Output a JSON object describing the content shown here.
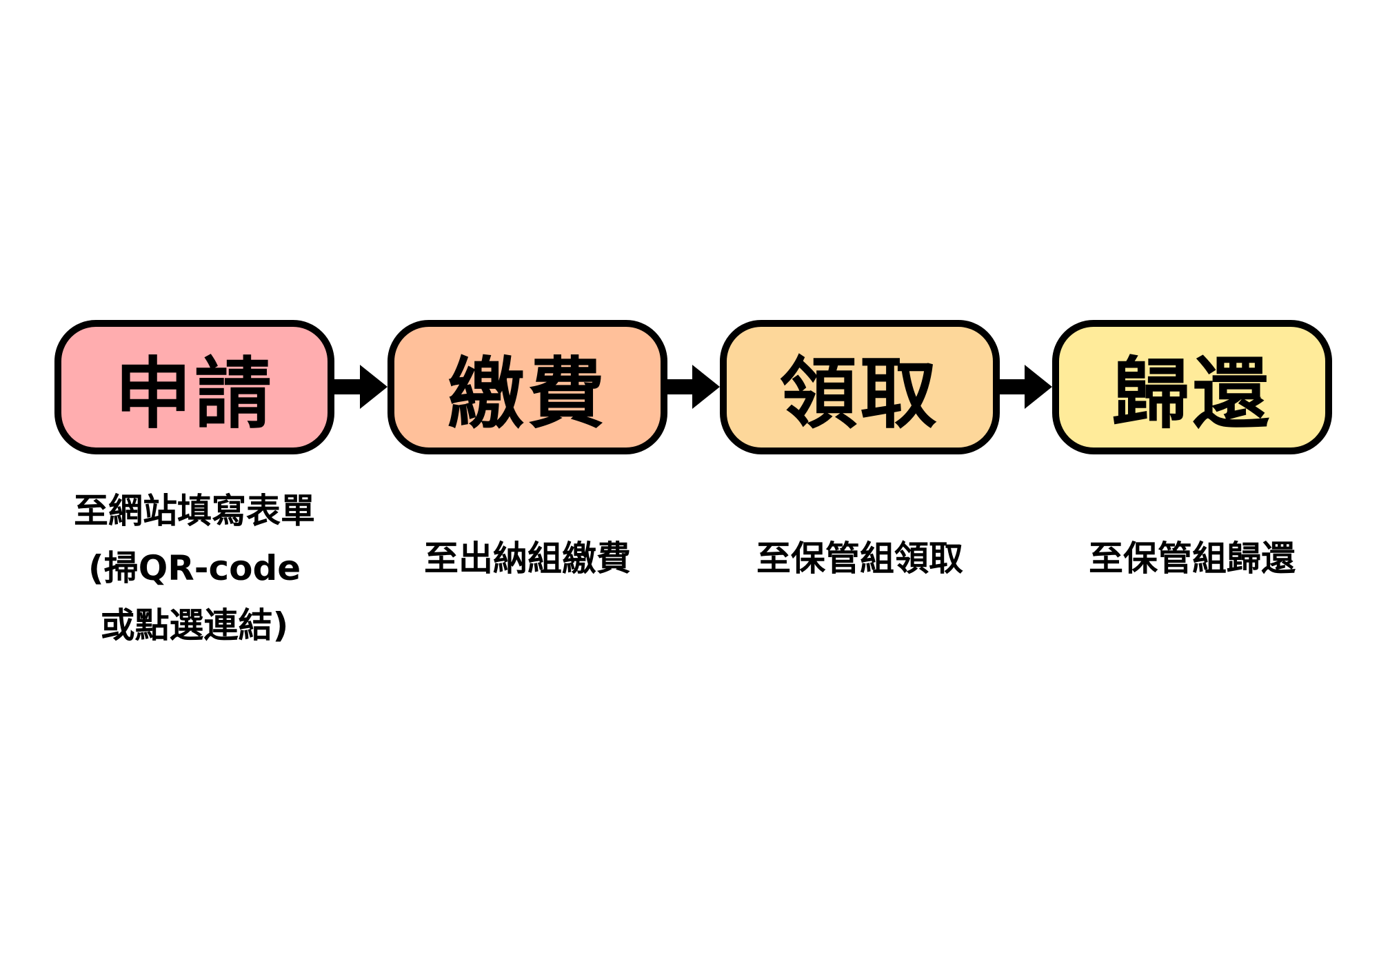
{
  "steps": [
    {
      "label": "申請",
      "color": "#FFADAF",
      "caption": [
        "至網站填寫表單",
        "(掃QR-code",
        "或點選連結)"
      ]
    },
    {
      "label": "繳費",
      "color": "#FFC09A",
      "caption": [
        "至出納組繳費"
      ]
    },
    {
      "label": "領取",
      "color": "#FDD79A",
      "caption": [
        "至保管組領取"
      ]
    },
    {
      "label": "歸還",
      "color": "#FFEB9A",
      "caption": [
        "至保管組歸還"
      ]
    }
  ]
}
